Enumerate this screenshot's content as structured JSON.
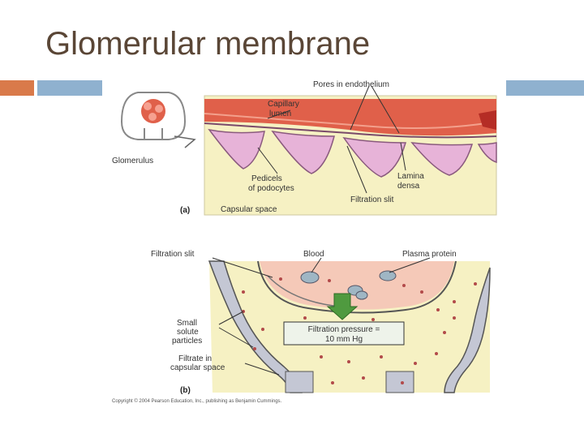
{
  "slide": {
    "title": "Glomerular membrane"
  },
  "panel_a": {
    "tag": "(a)",
    "labels": {
      "pores": "Pores in endothelium",
      "capillary_1": "Capillary",
      "capillary_2": "lumen",
      "glomerulus": "Glomerulus",
      "pedicels_1": "Pedicels",
      "pedicels_2": "of podocytes",
      "lamina_1": "Lamina",
      "lamina_2": "densa",
      "filtration_slit": "Filtration slit",
      "capsular_space": "Capsular space"
    }
  },
  "panel_b": {
    "tag": "(b)",
    "labels": {
      "filtration_slit": "Filtration slit",
      "blood": "Blood",
      "plasma_protein": "Plasma protein",
      "small_1": "Small",
      "small_2": "solute",
      "small_3": "particles",
      "filtrate_1": "Filtrate in",
      "filtrate_2": "capsular space",
      "pressure_1": "Filtration pressure =",
      "pressure_2": "10 mm Hg"
    }
  },
  "copyright": "Copyright © 2004 Pearson Education, Inc., publishing as Benjamin Cummings.",
  "colors": {
    "title": "#5a4636",
    "accent_orange": "#d97a4a",
    "accent_blue": "#8fb1cf",
    "capillary": "#e0604a",
    "pedicel": "#e7b3d8",
    "capsule": "#f6f1c3",
    "arrow": "#4f9a3f"
  }
}
